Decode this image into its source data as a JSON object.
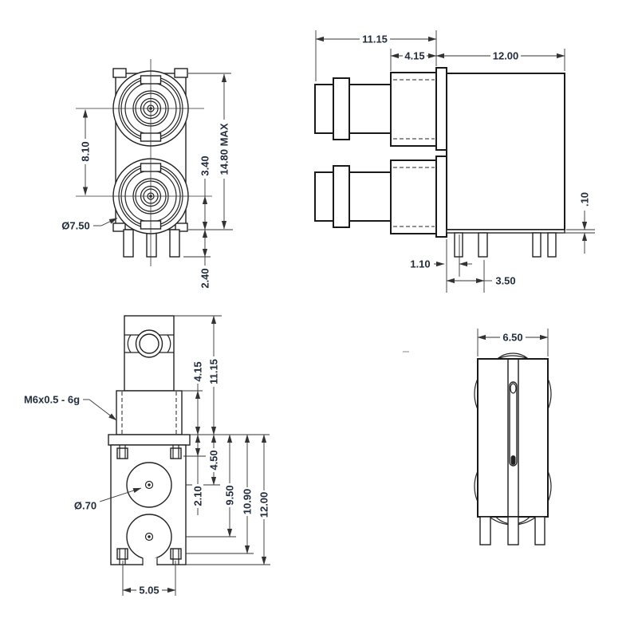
{
  "drawing_type": "technical-drawing",
  "views": {
    "front": {
      "pitch": "8.10",
      "bezel_dia": "Ø7.50",
      "center_to_base": "3.40",
      "max_height": "14.80 MAX",
      "leg_len": "2.40"
    },
    "side": {
      "total_depth": "11.15",
      "thread_len": "4.15",
      "body_depth": "12.00",
      "standoff": ".10",
      "leg_off_1": "1.10",
      "leg_off_2": "3.50"
    },
    "plan": {
      "thread_spec": "M6x0.5 - 6g",
      "pin_dia": "Ø.70",
      "coupling_len": "4.15",
      "total_height": "11.15",
      "hole_1": "4.50",
      "leg_row_1": "2.10",
      "hole_2": "9.50",
      "leg_row_2": "10.90",
      "body_len": "12.00",
      "leg_pitch": "5.05"
    },
    "rear": {
      "width": "6.50"
    }
  },
  "colors": {
    "background": "#ffffff",
    "line": "#222222",
    "dimension_line": "#333333",
    "dimension_text": "#222d3d"
  }
}
